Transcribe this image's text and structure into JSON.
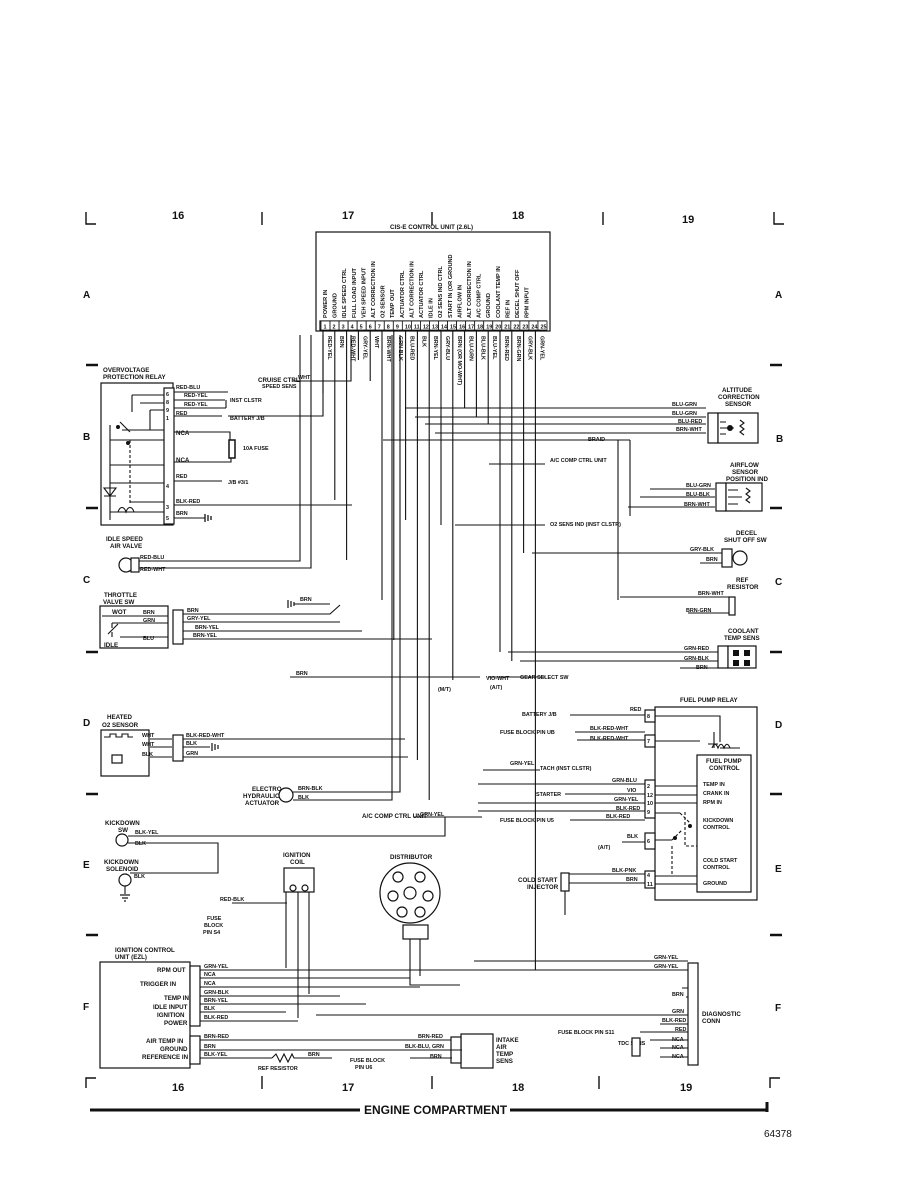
{
  "columns": [
    "16",
    "17",
    "18",
    "19"
  ],
  "rows": [
    "A",
    "B",
    "C",
    "D",
    "E",
    "F"
  ],
  "control_unit": {
    "title": "CIS-E CONTROL UNIT (2.6L)",
    "pins": [
      "1",
      "2",
      "3",
      "4",
      "5",
      "6",
      "7",
      "8",
      "9",
      "10",
      "11",
      "12",
      "13",
      "14",
      "15",
      "16",
      "17",
      "18",
      "19",
      "20",
      "21",
      "22",
      "23",
      "24",
      "25"
    ],
    "functions": [
      "POWER IN",
      "GROUND",
      "IDLE SPEED CTRL",
      "FULL LOAD INPUT",
      "VEH SPEED INPUT",
      "ALT CORRECTION IN",
      "O2 SENSOR",
      "TEMP OUT",
      "ACTUATOR CTRL",
      "ALT CORRECTION IN",
      "ACTUATOR CTRL",
      "IDLE IN",
      "O2 SENS IND CTRL",
      "START IN (OR GROUND",
      "AIRFLOW IN",
      "ALT CORRECTION IN",
      "A/C COMP CTRL",
      "GROUND",
      "COOLANT TEMP IN",
      "REF IN",
      "DECEL SHUT OFF",
      "RPM INPUT"
    ],
    "wires": [
      "RED-YEL",
      "BRN",
      "RED-WHT",
      "GRY-YEL",
      "WHT",
      "BRN-WHT",
      "GRN-BLK",
      "BLU-RED",
      "BLK",
      "BRN-YEL",
      "GRY-BLU",
      "BRN (OR MO-WHT)",
      "BLU-GRN",
      "BLU-BLK",
      "BLU-YEL",
      "BRN-RED",
      "BRN-GRN",
      "GRY-BLK",
      "GRN-YEL"
    ]
  },
  "components": {
    "overvoltage_relay": "OVERVOLTAGE PROTECTION RELAY",
    "idle_speed_valve": "IDLE SPEED AIR VALVE",
    "throttle_valve": "THROTTLE VALVE SW",
    "heated_o2": "HEATED O2 SENSOR",
    "kickdown_sw": "KICKDOWN SW",
    "kickdown_solenoid": "KICKDOWN SOLENOID",
    "ignition_control": "IGNITION CONTROL UNIT (EZL)",
    "ignition_coil": "IGNITION COIL",
    "distributor": "DISTRIBUTOR",
    "electro_actuator": "ELECTRO HYDRAULIC ACTUATOR",
    "altitude_sensor": "ALTITUDE CORRECTION SENSOR",
    "airflow_sensor": "AIRFLOW SENSOR POSITION IND",
    "decel_sw": "DECEL SHUT OFF SW",
    "ref_resistor": "REF RESISTOR",
    "coolant_sens": "COOLANT TEMP SENS",
    "fuel_pump_relay": "FUEL PUMP RELAY",
    "fuel_pump_control": "FUEL PUMP CONTROL",
    "cold_start_injector": "COLD START INJECTOR",
    "intake_air_temp": "INTAKE AIR TEMP SENS",
    "diagnostic_conn": "DIAGNOSTIC CONN",
    "tdc_sens": "TDC SENS"
  },
  "labels": {
    "cruise": "CRUISE CTRL SPEED SENS",
    "inst_clstr": "INST CLSTR",
    "battery_jb": "BATTERY J/B",
    "nca": "NCA",
    "fuse": "10A FUSE",
    "jb": "J/B #3/1",
    "braid": "BRAID",
    "ac_comp_ctrl": "A/C COMP CTRL UNIT",
    "o2_sens_ind": "O2 SENS IND (INST CLSTR)",
    "gear_select": "GEAR SELECT SW",
    "mt": "(M/T)",
    "at": "(A/T)",
    "battery_jb2": "BATTERY J/B",
    "fuse_ub": "FUSE BLOCK PIN UB",
    "tach": "TACH (INST CLSTR)",
    "starter": "STARTER",
    "fuse_u5": "FUSE BLOCK PIN U5",
    "fuse_s4": "FUSE BLOCK PIN S4",
    "fuse_u6": "FUSE BLOCK PIN U6",
    "fuse_s11": "FUSE BLOCK PIN S11",
    "ref_resistor2": "REF RESISTOR",
    "wot": "WOT",
    "idle": "IDLE",
    "temp_in": "TEMP IN",
    "crank_in": "CRANK IN",
    "rpm_in": "RPM IN",
    "kickdown_control": "KICKDOWN CONTROL",
    "cold_start_control": "COLD START CONTROL",
    "ground": "GROUND",
    "rpm_out": "RPM OUT",
    "trigger_in": "TRIGGER IN",
    "idle_input": "IDLE INPUT",
    "ignition": "IGNITION",
    "power": "POWER",
    "air_temp_in": "AIR TEMP IN",
    "reference_in": "REFERENCE IN"
  },
  "footer": {
    "title": "ENGINE COMPARTMENT",
    "figure": "64378"
  }
}
